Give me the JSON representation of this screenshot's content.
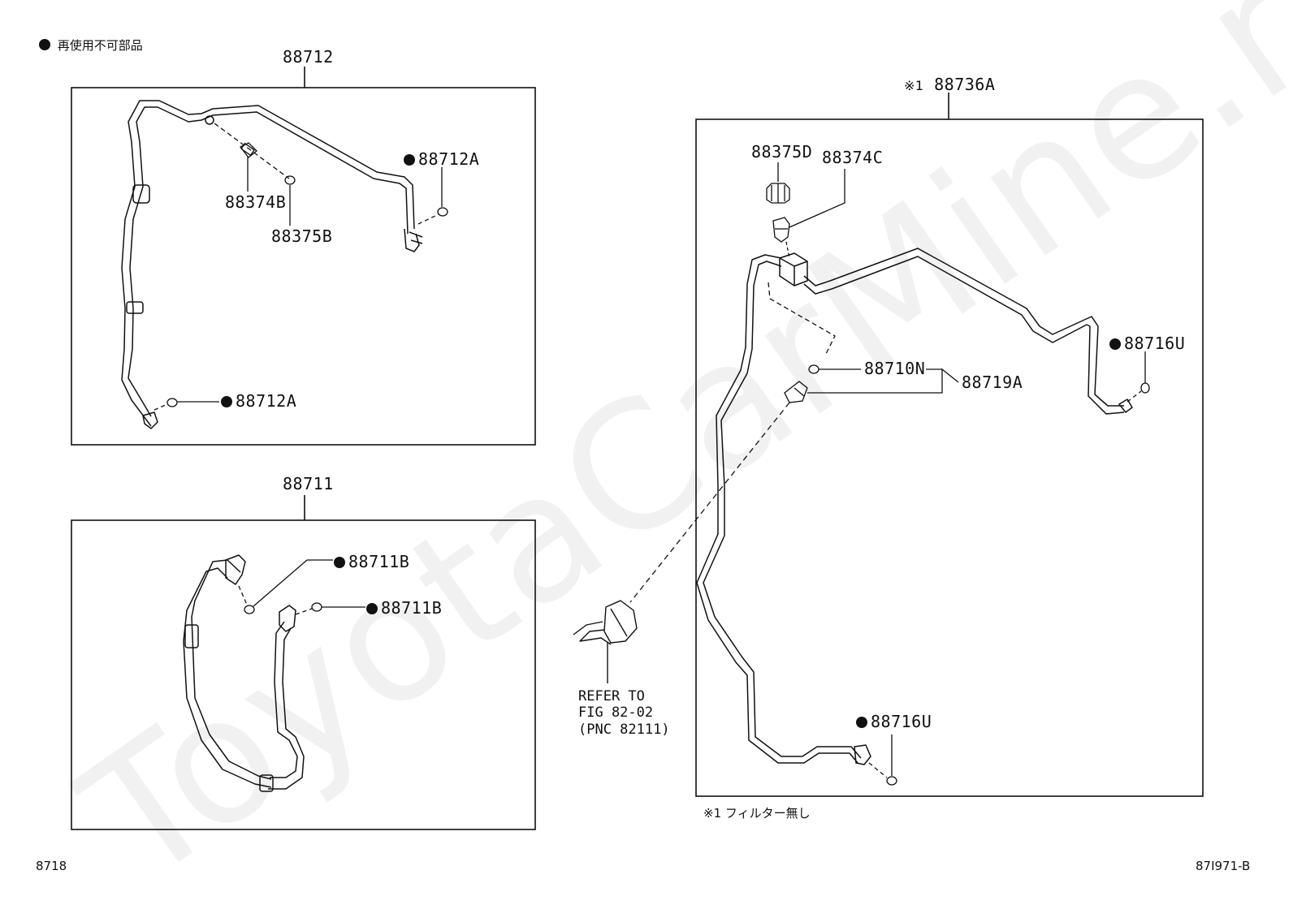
{
  "legend": {
    "text": "再使用不可部品"
  },
  "watermark": "ToyotaCarMine.ru",
  "boxes": {
    "upper_left": {
      "label": "88712",
      "parts": {
        "a": "88374B",
        "b": "88375B",
        "c": "88712A",
        "d": "88712A"
      }
    },
    "lower_left": {
      "label": "88711",
      "parts": {
        "a": "88711B",
        "b": "88711B"
      }
    },
    "right": {
      "label_mark": "※1",
      "label": "88736A",
      "parts": {
        "cap": "88375D",
        "valve": "88374C",
        "oring": "88710N",
        "switch_assy": "88719A",
        "end_oring_top": "88716U",
        "end_oring_bottom": "88716U"
      },
      "note": "※1 フィルター無し"
    }
  },
  "refer": {
    "line1": "REFER TO",
    "line2": "FIG 82-02",
    "line3": "(PNC 82111)"
  },
  "footer": {
    "left": "8718",
    "right": "87I971-B"
  }
}
